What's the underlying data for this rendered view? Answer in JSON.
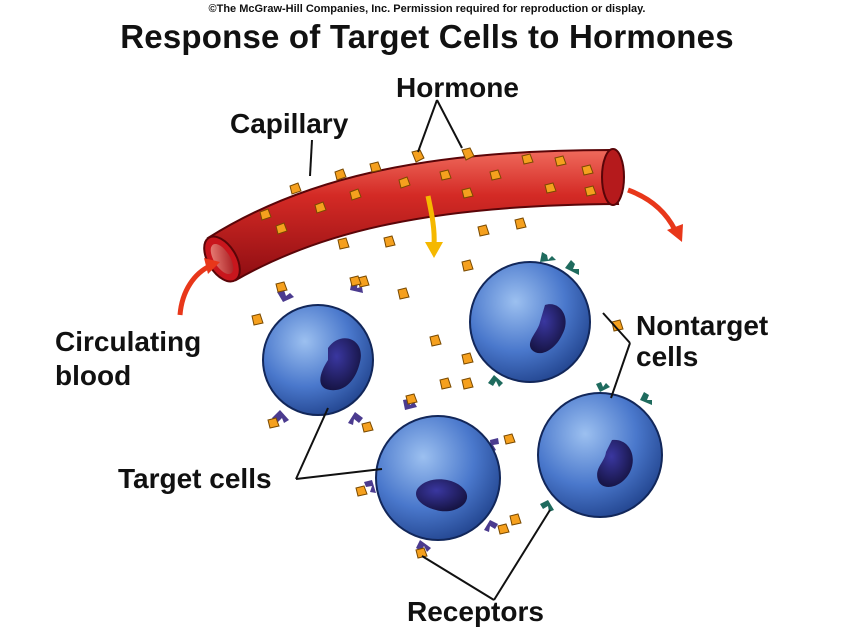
{
  "copyright": "©The McGraw-Hill Companies, Inc. Permission required for reproduction or display.",
  "title": "Response of Target Cells to Hormones",
  "labels": {
    "hormone": "Hormone",
    "capillary": "Capillary",
    "circulating_blood_line1": "Circulating",
    "circulating_blood_line2": "blood",
    "nontarget_cells_line1": "Nontarget",
    "nontarget_cells_line2": "cells",
    "target_cells": "Target cells",
    "receptors": "Receptors"
  },
  "colors": {
    "capillary": "#c8161d",
    "capillary_highlight": "#ef6a5c",
    "hormone": "#f5a01e",
    "cell": "#3d6bc4",
    "cell_highlight": "#9cc0f0",
    "nucleus": "#1c1a5a",
    "target_receptor": "#4b3b8f",
    "nontarget_receptor": "#1f6b5e",
    "flow_arrow": "#e8371a",
    "release_arrow": "#f5b800"
  }
}
